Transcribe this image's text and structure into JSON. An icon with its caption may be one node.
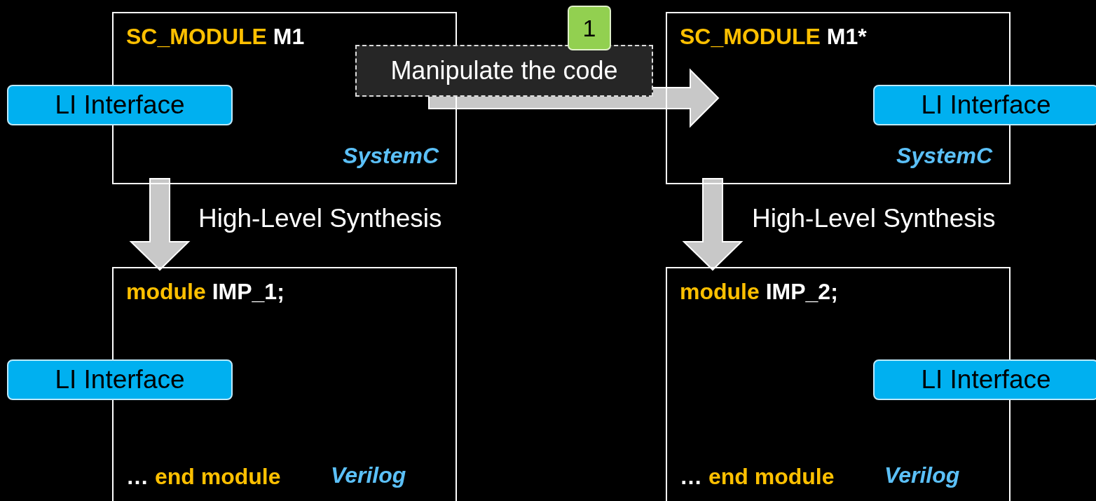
{
  "diagram": {
    "nodes": [
      {
        "text": [
          "SC_MODULE M1",
          "SystemC"
        ]
      },
      {
        "text": [
          "LI Interface"
        ]
      },
      {
        "text": [
          "1"
        ]
      },
      {
        "text": [
          "Manipulate the code"
        ]
      },
      {
        "text": [
          "SC_MODULE M1*",
          "SystemC"
        ]
      },
      {
        "text": [
          "LI Interface"
        ]
      },
      {
        "text": [
          "module IMP_1;",
          "… end module",
          "Verilog"
        ]
      },
      {
        "text": [
          "LI Interface"
        ]
      },
      {
        "text": [
          "module IMP_2;",
          "… end module",
          "Verilog"
        ]
      },
      {
        "text": [
          "LI Interface"
        ]
      }
    ],
    "edges": [
      {
        "from": 0,
        "to": 4,
        "arrow": "to"
      },
      {
        "from": 0,
        "to": 6,
        "arrow": "to",
        "label": "High-Level Synthesis"
      },
      {
        "from": 4,
        "to": 8,
        "arrow": "to",
        "label": "High-Level Synthesis"
      }
    ]
  }
}
